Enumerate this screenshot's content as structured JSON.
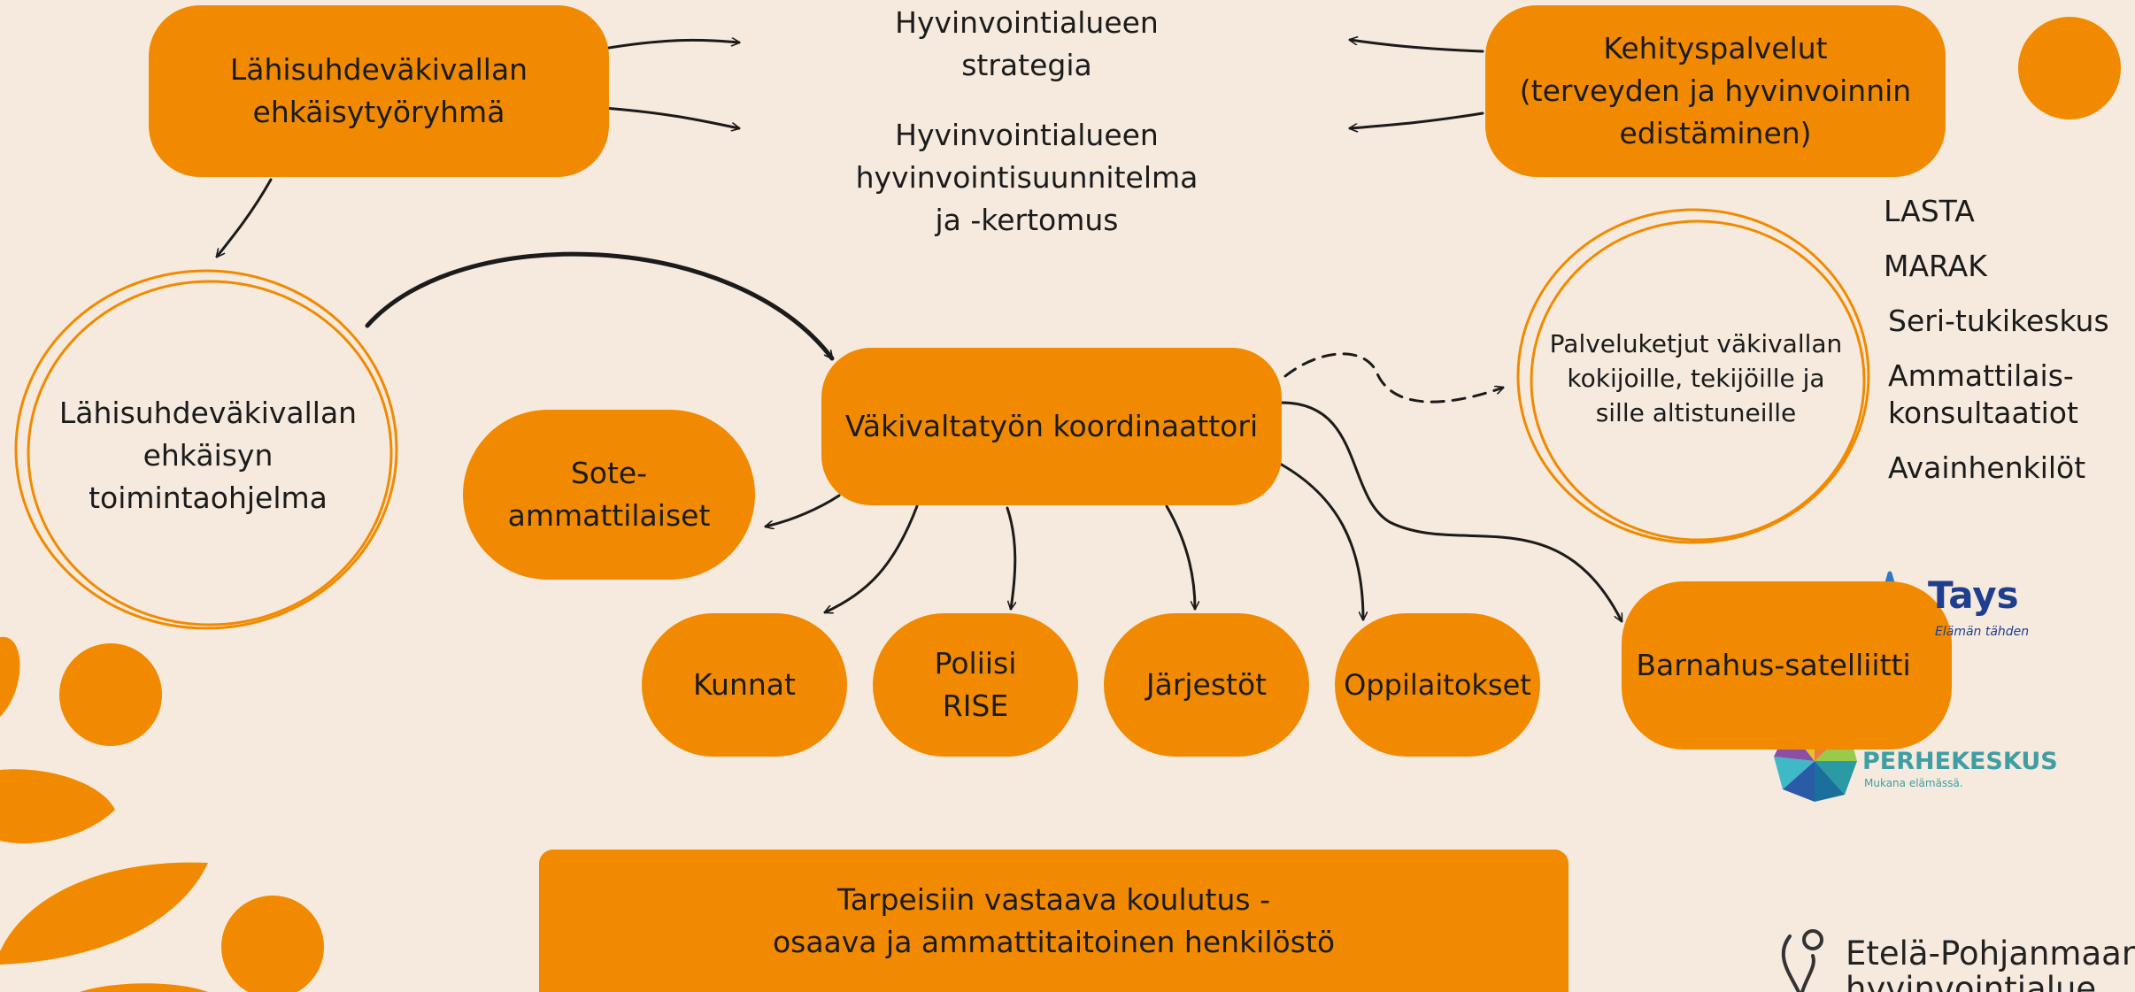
{
  "top": {
    "working_group": [
      "Lähisuhdeväkivallan",
      "ehkäisytyöryhmä"
    ],
    "strategy": [
      "Hyvinvointialueen",
      "strategia"
    ],
    "welfare_plan": [
      "Hyvinvointialueen",
      "hyvinvointisuunnitelma",
      "ja -kertomus"
    ],
    "development_services": [
      "Kehityspalvelut",
      "(terveyden ja hyvinvoinnin",
      "edistäminen)"
    ]
  },
  "program": [
    "Lähisuhdeväkivallan",
    "ehkäisyn",
    "toimintaohjelma"
  ],
  "coordinator": "Väkivaltatyön koordinaattori",
  "service_chains": [
    "Palveluketjut väkivallan",
    "kokijoille, tekijöille ja",
    "sille altistuneille"
  ],
  "service_list": [
    "LASTA",
    "MARAK",
    "Seri-tukikeskus",
    "Ammattilais-",
    "konsultaatiot",
    "Avainhenkilöt"
  ],
  "sote": [
    "Sote-",
    "ammattilaiset"
  ],
  "partners": {
    "municipalities": "Kunnat",
    "police": [
      "Poliisi",
      "RISE"
    ],
    "organizations": "Järjestöt",
    "schools": "Oppilaitokset"
  },
  "barnahus": "Barnahus-satelliitti",
  "training": [
    "Tarpeisiin vastaava koulutus -",
    "osaava ja ammattitaitoinen henkilöstö"
  ],
  "logos": {
    "tays_name": "Tays",
    "tays_tagline": "Elämän tähden",
    "perhekeskus_name": "PERHEKESKUS",
    "perhekeskus_tagline": "Mukana elämässä.",
    "region_line1": "Etelä-Pohjanmaan",
    "region_line2": "hyvinvointialue"
  },
  "colors": {
    "background": "#f5eadd",
    "accent": "#f18a00",
    "ink": "#1b1b1b",
    "tays_blue": "#1f3e8f",
    "perhekeskus_teal": "#3f9ea3"
  }
}
